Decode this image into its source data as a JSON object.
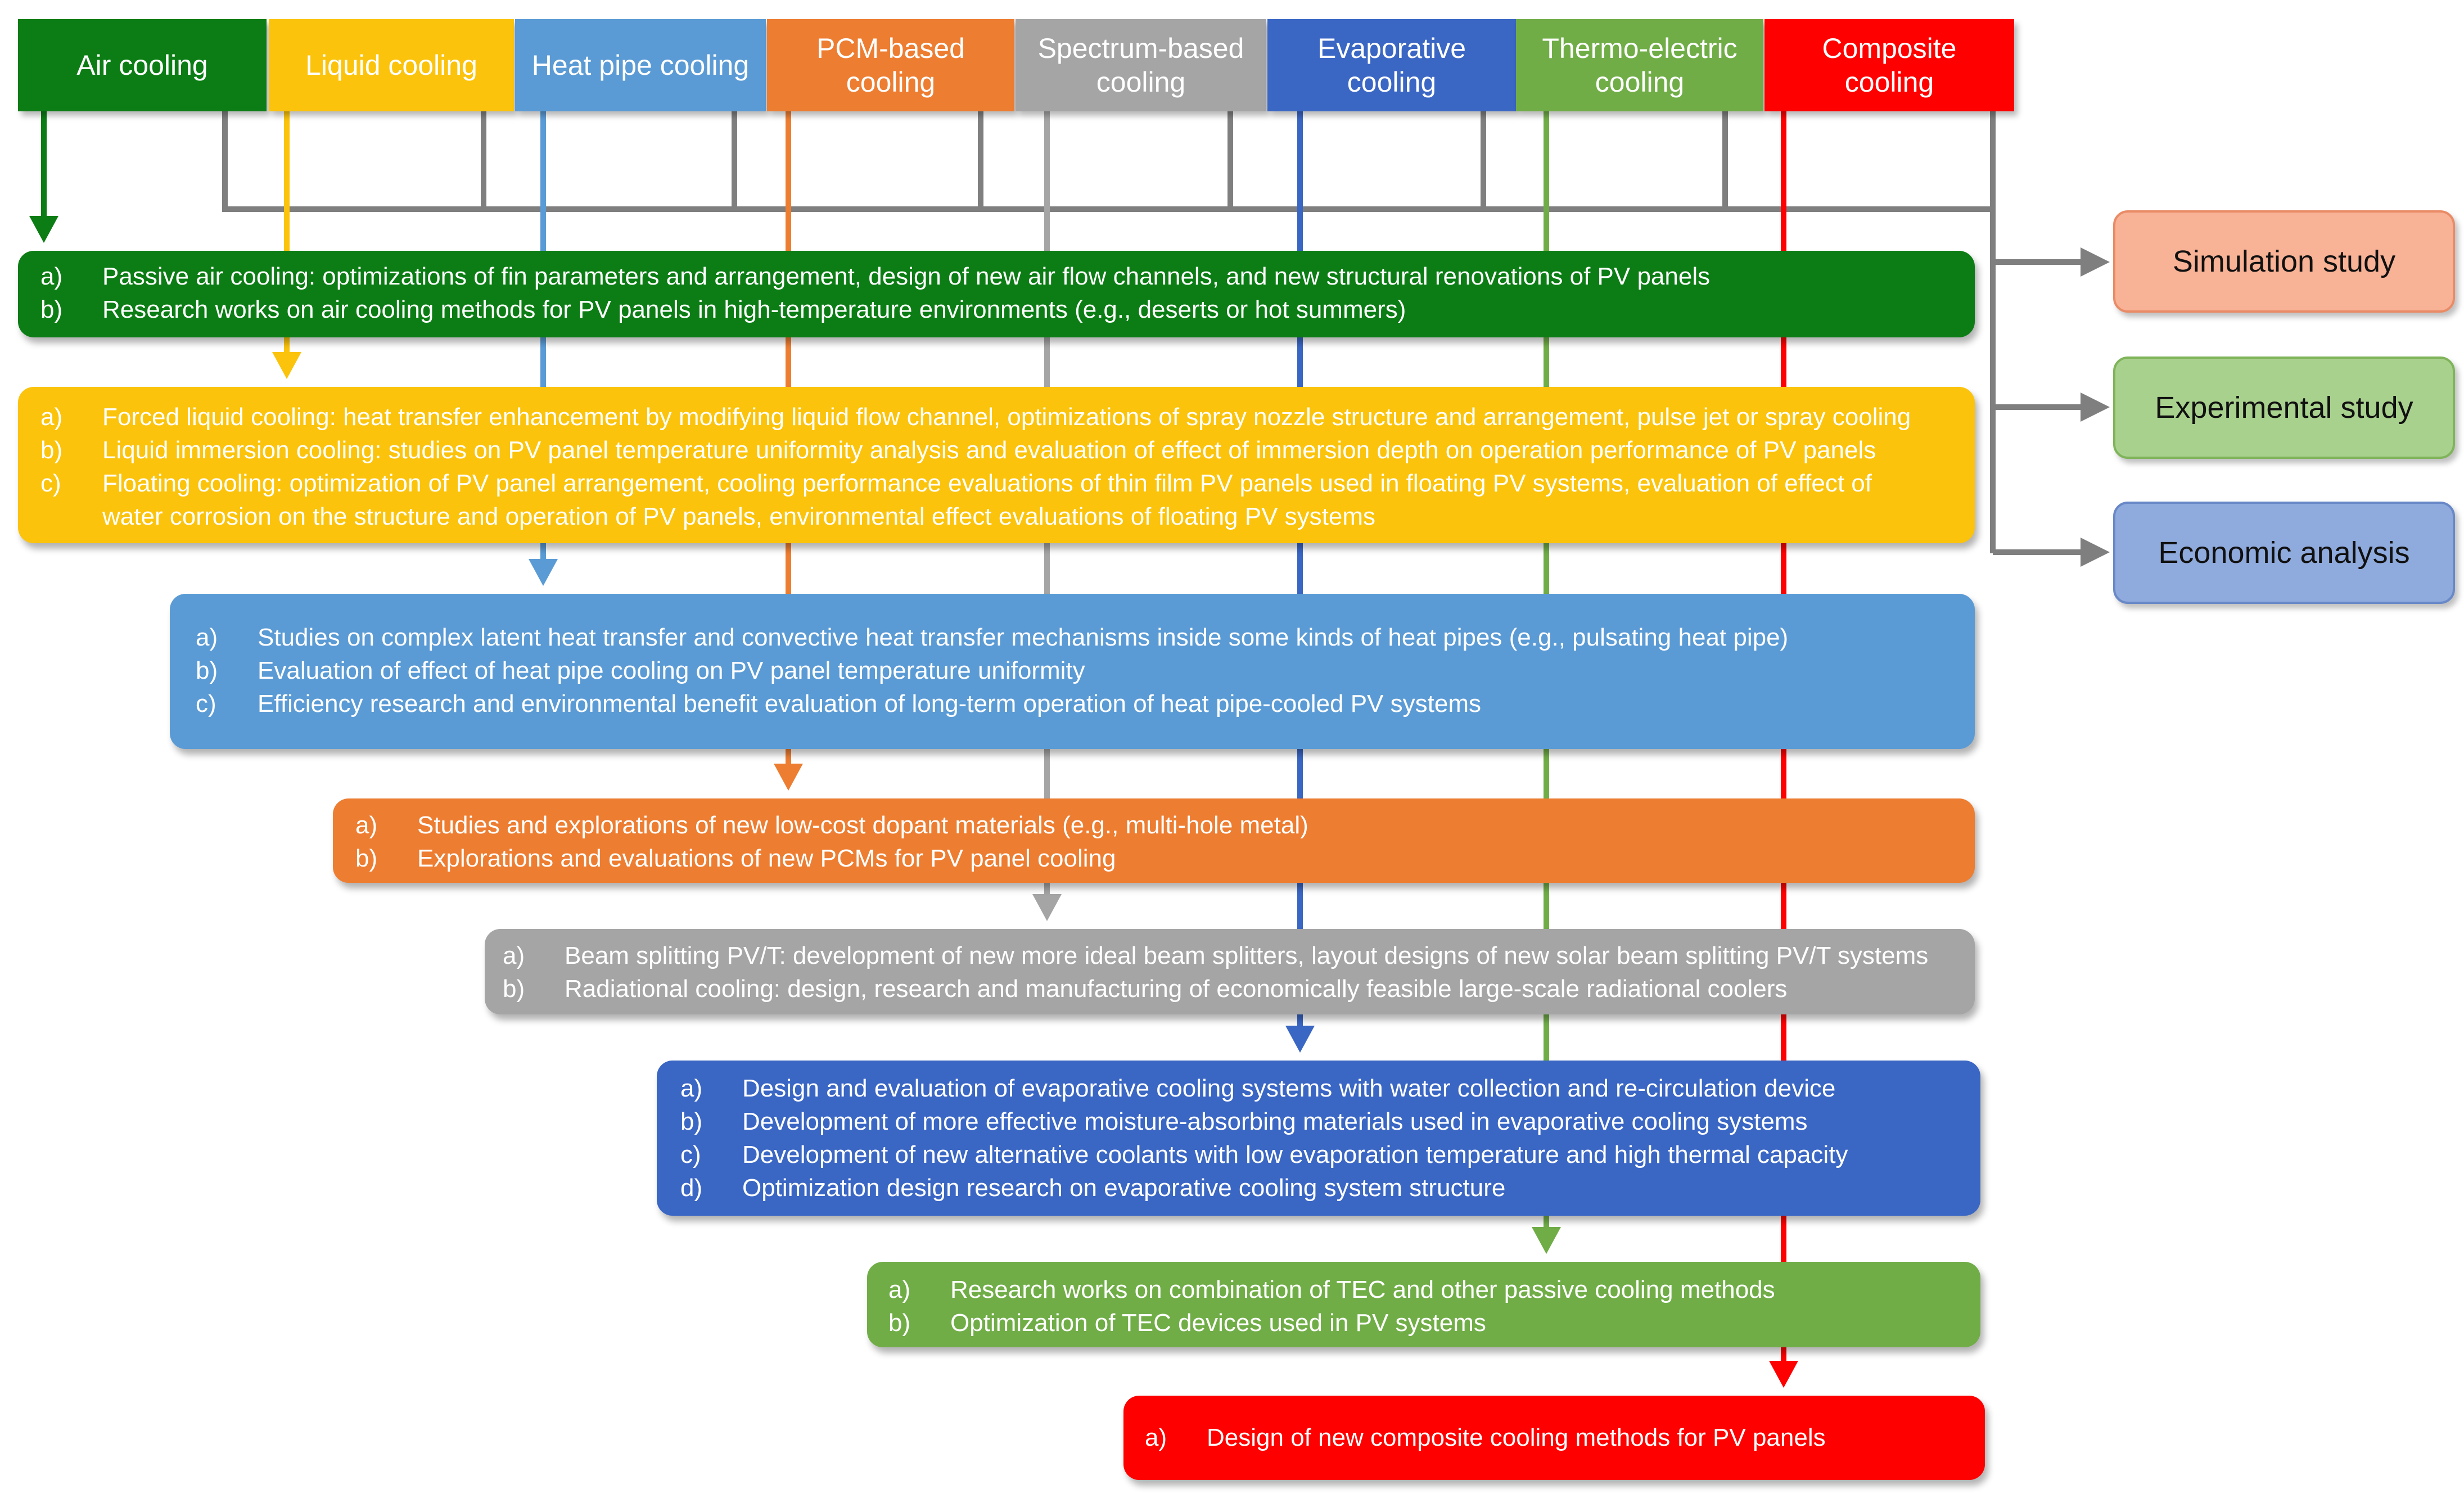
{
  "colors": {
    "air": "#0b7d14",
    "liquid": "#fbc30b",
    "heat_pipe": "#5b9bd5",
    "pcm": "#ed7d31",
    "spectrum": "#a5a5a5",
    "evaporative": "#3a66c4",
    "thermo": "#70ad47",
    "composite": "#ff0000",
    "trunk": "#7f7f7f"
  },
  "headers": [
    {
      "id": "air",
      "label": "Air cooling"
    },
    {
      "id": "liquid",
      "label": "Liquid cooling"
    },
    {
      "id": "heat_pipe",
      "label": "Heat pipe cooling"
    },
    {
      "id": "pcm",
      "label": "PCM-based\ncooling"
    },
    {
      "id": "spectrum",
      "label": "Spectrum-based\ncooling"
    },
    {
      "id": "evaporative",
      "label": "Evaporative\ncooling"
    },
    {
      "id": "thermo",
      "label": "Thermo-electric\ncooling"
    },
    {
      "id": "composite",
      "label": "Composite\ncooling"
    }
  ],
  "boxes": {
    "air": {
      "items": [
        {
          "letter": "a)",
          "text": "Passive air cooling: optimizations of fin parameters and arrangement, design of new air flow channels, and new structural renovations of PV panels"
        },
        {
          "letter": "b)",
          "text": "Research works on air cooling methods for PV panels in high-temperature environments (e.g., deserts or hot summers)"
        }
      ]
    },
    "liquid": {
      "items": [
        {
          "letter": "a)",
          "text": "Forced liquid cooling: heat transfer enhancement by modifying liquid flow channel, optimizations of spray nozzle structure and arrangement, pulse jet or spray cooling"
        },
        {
          "letter": "b)",
          "text": "Liquid immersion cooling: studies on PV panel temperature uniformity analysis and evaluation of effect of immersion depth on operation performance of PV panels"
        },
        {
          "letter": "c)",
          "text": "Floating cooling: optimization of PV panel arrangement, cooling performance evaluations of thin film PV panels used in floating PV systems, evaluation of effect of"
        },
        {
          "letter": "",
          "text": "water corrosion on the structure and operation of PV panels, environmental effect evaluations of floating PV systems"
        }
      ]
    },
    "heat_pipe": {
      "items": [
        {
          "letter": "a)",
          "text": "Studies on complex latent heat transfer and convective heat transfer mechanisms inside some kinds of heat pipes (e.g., pulsating heat pipe)"
        },
        {
          "letter": "b)",
          "text": "Evaluation of effect of heat pipe cooling on PV panel temperature uniformity"
        },
        {
          "letter": "c)",
          "text": "Efficiency research and environmental benefit evaluation of long-term operation of heat pipe-cooled PV systems"
        }
      ]
    },
    "pcm": {
      "items": [
        {
          "letter": "a)",
          "text": "Studies and explorations of new low-cost dopant materials (e.g., multi-hole metal)"
        },
        {
          "letter": "b)",
          "text": "Explorations and evaluations of new PCMs for PV panel cooling"
        }
      ]
    },
    "spectrum": {
      "items": [
        {
          "letter": "a)",
          "text": "Beam splitting PV/T: development of new more ideal beam splitters, layout designs of new solar beam splitting PV/T systems"
        },
        {
          "letter": "b)",
          "text": "Radiational cooling: design, research and manufacturing of economically feasible large-scale radiational coolers"
        }
      ]
    },
    "evaporative": {
      "items": [
        {
          "letter": "a)",
          "text": "Design and evaluation of evaporative cooling systems with water collection and re-circulation device"
        },
        {
          "letter": "b)",
          "text": "Development of more effective moisture-absorbing materials used in evaporative cooling systems"
        },
        {
          "letter": "c)",
          "text": "Development of new alternative coolants with low evaporation temperature and high thermal capacity"
        },
        {
          "letter": "d)",
          "text": "Optimization design research on evaporative cooling system structure"
        }
      ]
    },
    "thermo": {
      "items": [
        {
          "letter": "a)",
          "text": " Research works on combination of TEC and other passive cooling methods"
        },
        {
          "letter": "b)",
          "text": "Optimization of TEC devices used in PV systems"
        }
      ]
    },
    "composite": {
      "items": [
        {
          "letter": "a)",
          "text": "Design of new composite cooling methods for PV panels"
        }
      ]
    }
  },
  "side_boxes": [
    {
      "id": "simulation",
      "label": "Simulation study",
      "fill": "#f8b296",
      "border": "#e98b66"
    },
    {
      "id": "experimental",
      "label": "Experimental study",
      "fill": "#a9d18e",
      "border": "#7fb45a"
    },
    {
      "id": "economic",
      "label": "Economic analysis",
      "fill": "#8faadc",
      "border": "#6888c8"
    }
  ]
}
